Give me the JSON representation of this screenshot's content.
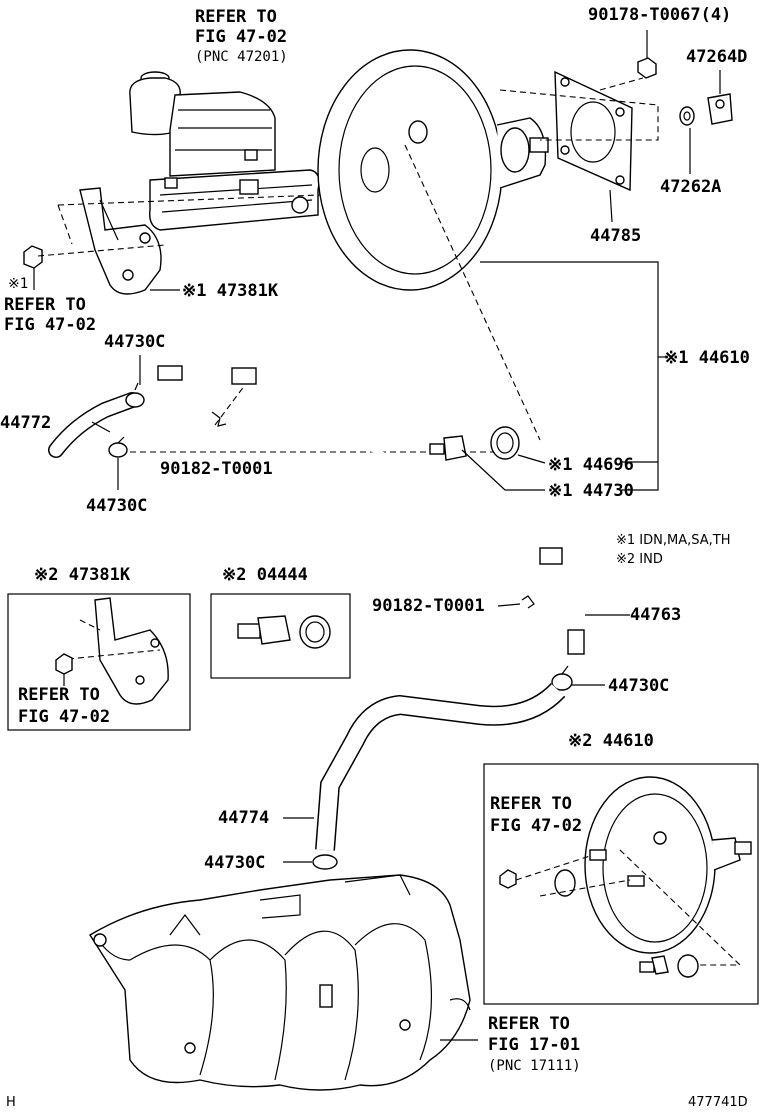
{
  "labels": {
    "refer_47_02_top_1": "REFER TO",
    "refer_47_02_top_2": "FIG 47-02",
    "refer_47_02_top_3": "(PNC 47201)",
    "p_90178": "90178-T0067(4)",
    "p_47264d": "47264D",
    "p_47262a": "47262A",
    "p_44785": "44785",
    "mark1_a": "※1",
    "refer_left_1": "REFER TO",
    "refer_left_2": "FIG 47-02",
    "p_47381k_1": "※1 47381K",
    "p_44730c_a": "44730C",
    "p_44610_1": "※1 44610",
    "p_44772": "44772",
    "p_90182_a": "90182-T0001",
    "p_44696": "※1 44696",
    "p_44730": "※1 44730",
    "p_44730c_b": "44730C",
    "legend_1": "※1 IDN,MA,SA,TH",
    "legend_2": "※2 IND",
    "box1_title": "※2 47381K",
    "box1_refer_1": "REFER TO",
    "box1_refer_2": "FIG 47-02",
    "box2_title": "※2 04444",
    "p_90182_b": "90182-T0001",
    "p_44763": "44763",
    "p_44730c_c": "44730C",
    "box3_title": "※2 44610",
    "box3_refer_1": "REFER TO",
    "box3_refer_2": "FIG 47-02",
    "p_44774": "44774",
    "p_44730c_d": "44730C",
    "refer_bottom_1": "REFER TO",
    "refer_bottom_2": "FIG 17-01",
    "refer_bottom_3": "(PNC 17111)",
    "corner_h": "H",
    "fig_id": "477741D"
  }
}
